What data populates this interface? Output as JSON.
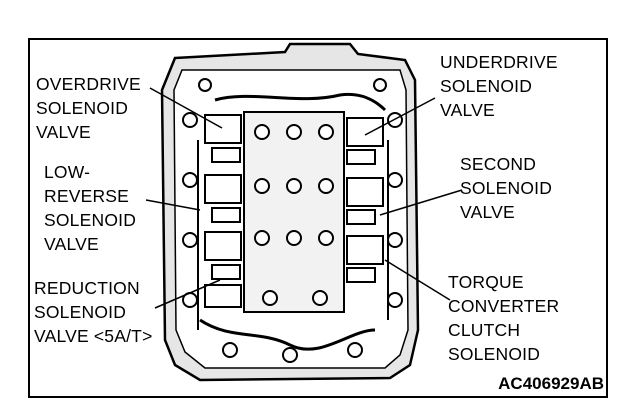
{
  "figure_code": "AC406929AB",
  "labels": {
    "overdrive": [
      "OVERDRIVE",
      "SOLENOID",
      "VALVE"
    ],
    "low_reverse": [
      "LOW-",
      "REVERSE",
      "SOLENOID",
      "VALVE"
    ],
    "reduction": [
      "REDUCTION",
      "SOLENOID",
      "VALVE <5A/T>"
    ],
    "underdrive": [
      "UNDERDRIVE",
      "SOLENOID",
      "VALVE"
    ],
    "second": [
      "SECOND",
      "SOLENOID",
      "VALVE"
    ],
    "torque_converter": [
      "TORQUE",
      "CONVERTER",
      "CLUTCH",
      "SOLENOID"
    ]
  },
  "colors": {
    "ink": "#000000",
    "paper": "#ffffff",
    "shade": "#d9d9d9"
  }
}
